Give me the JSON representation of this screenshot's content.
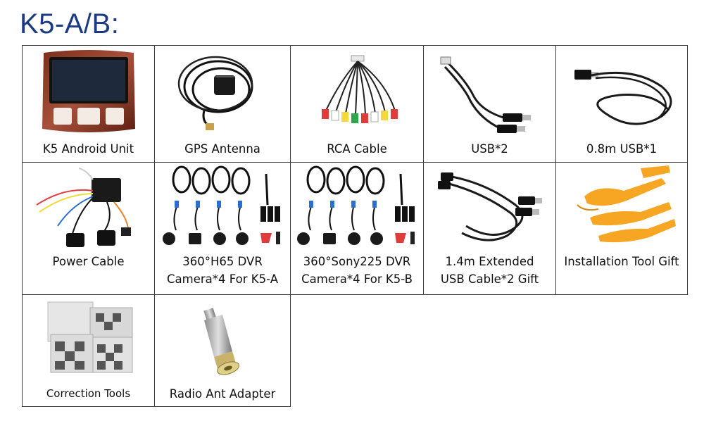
{
  "heading": "K5-A/B:",
  "items": [
    {
      "label": "K5 Android Unit",
      "icon": "android-head-unit-icon"
    },
    {
      "label": "GPS Antenna",
      "icon": "gps-antenna-icon"
    },
    {
      "label": "RCA Cable",
      "icon": "rca-cable-icon"
    },
    {
      "label": "USB*2",
      "icon": "usb-cables-icon"
    },
    {
      "label": "0.8m USB*1",
      "icon": "usb-cable-icon"
    },
    {
      "label": "Power Cable",
      "icon": "power-harness-icon"
    },
    {
      "label_lines": [
        "360°H65 DVR",
        "Camera*4 For K5-A"
      ],
      "icon": "dvr-camera-kit-icon"
    },
    {
      "label_lines": [
        "360°Sony225 DVR",
        "Camera*4 For K5-B"
      ],
      "icon": "dvr-camera-kit-icon"
    },
    {
      "label_lines": [
        "1.4m Extended",
        "USB Cable*2 Gift"
      ],
      "icon": "extension-usb-icon"
    },
    {
      "label": "Installation Tool Gift",
      "icon": "pry-tools-icon"
    },
    {
      "label": "Correction Tools",
      "icon": "calibration-mats-icon"
    },
    {
      "label": "Radio Ant Adapter",
      "icon": "antenna-adapter-icon"
    }
  ],
  "colors": {
    "heading": "#1b3a84",
    "border": "#3a3a3a",
    "tool_orange": "#f6a623"
  }
}
